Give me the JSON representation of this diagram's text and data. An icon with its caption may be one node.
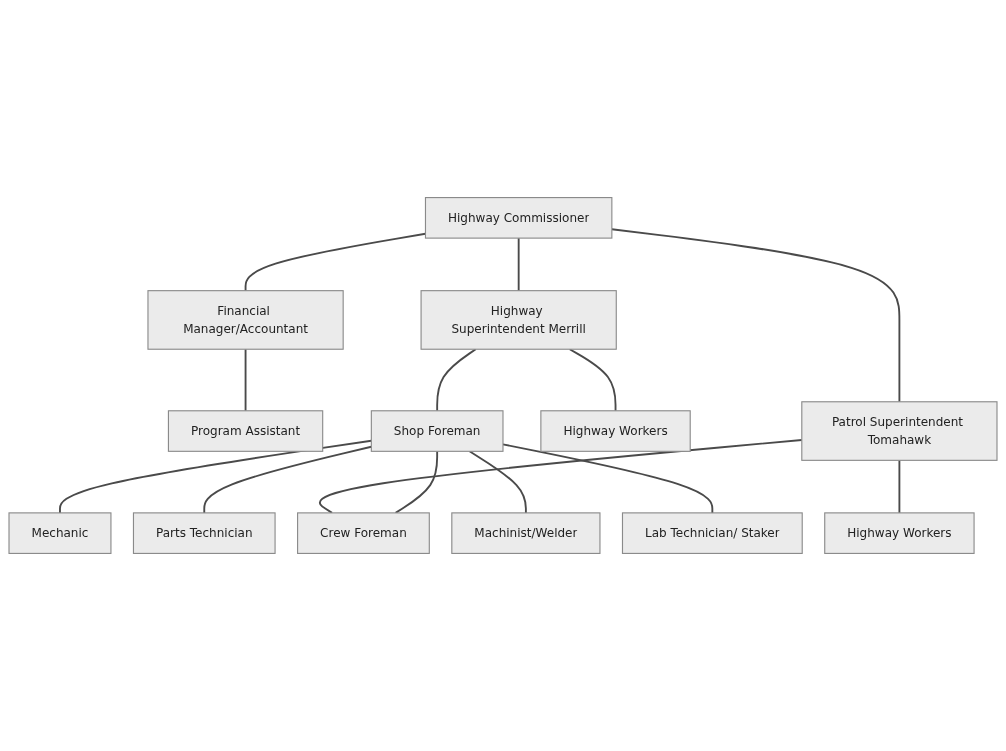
{
  "diagram": {
    "nodes": [
      {
        "text": [
          "Highway Commissioner"
        ]
      },
      {
        "text": [
          "Financial Manager/Accountant"
        ]
      },
      {
        "text": [
          "Program Assistant"
        ]
      },
      {
        "text": [
          "Highway Superintendent Merrill"
        ]
      },
      {
        "text": [
          "Patrol Superintendent Tomahawk"
        ]
      },
      {
        "text": [
          "Highway Workers"
        ]
      },
      {
        "text": [
          "Shop Foreman"
        ]
      },
      {
        "text": [
          "Crew Foreman"
        ]
      },
      {
        "text": [
          "Mechanic"
        ]
      },
      {
        "text": [
          "Parts Technician"
        ]
      },
      {
        "text": [
          "Machinist/Welder"
        ]
      },
      {
        "text": [
          "Lab Technician/ Staker"
        ]
      },
      {
        "text": [
          "Highway Workers"
        ]
      }
    ],
    "edges": [
      {
        "from": 0,
        "to": 1,
        "arrow": "none"
      },
      {
        "from": 1,
        "to": 2,
        "arrow": "none"
      },
      {
        "from": 0,
        "to": 3,
        "arrow": "none"
      },
      {
        "from": 0,
        "to": 4,
        "arrow": "none"
      },
      {
        "from": 3,
        "to": 5,
        "arrow": "none"
      },
      {
        "from": 3,
        "to": 6,
        "arrow": "none"
      },
      {
        "from": 6,
        "to": 7,
        "arrow": "none"
      },
      {
        "from": 4,
        "to": 7,
        "arrow": "none"
      },
      {
        "from": 4,
        "to": 12,
        "arrow": "none"
      },
      {
        "from": 6,
        "to": 8,
        "arrow": "none"
      },
      {
        "from": 6,
        "to": 9,
        "arrow": "none"
      },
      {
        "from": 6,
        "to": 10,
        "arrow": "none"
      },
      {
        "from": 6,
        "to": 11,
        "arrow": "none"
      }
    ]
  }
}
